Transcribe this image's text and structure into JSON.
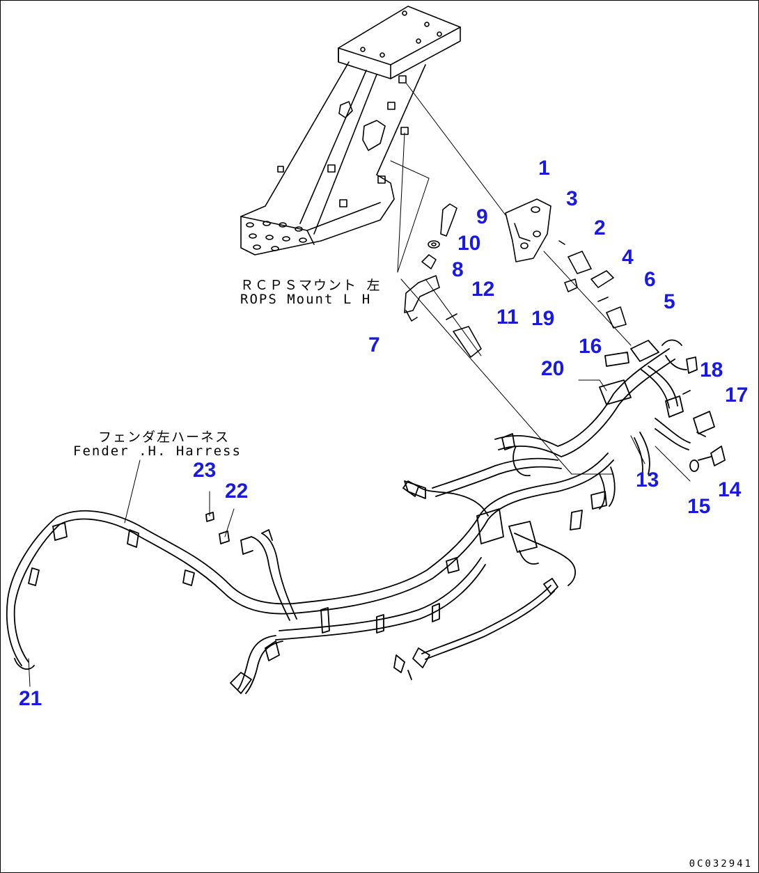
{
  "colors": {
    "label": "#1a1adc",
    "line": "#000000",
    "background": "#ffffff"
  },
  "captions": {
    "rops_mount_jp": "ＲＣＰＳマウント 左",
    "rops_mount_en": "ROPS Mount L H",
    "fender_harness_jp": "フェンダ左ハーネス",
    "fender_harness_en": "Fender  .H. Harress"
  },
  "part_labels": [
    "1",
    "2",
    "3",
    "4",
    "5",
    "6",
    "7",
    "8",
    "9",
    "10",
    "11",
    "12",
    "13",
    "14",
    "15",
    "16",
    "17",
    "18",
    "19",
    "20",
    "21",
    "22",
    "23"
  ],
  "drawing_code": "0C032941"
}
